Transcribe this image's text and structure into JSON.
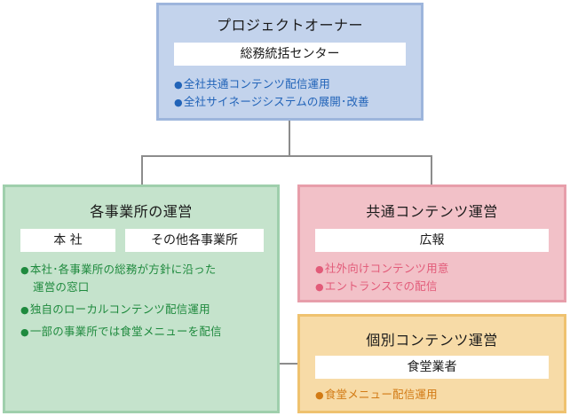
{
  "owner": {
    "title": "プロジェクトオーナー",
    "label": "総務統括センター",
    "bullets": [
      "全社共通コンテンツ配信運用",
      "全社サイネージシステムの展開･改善"
    ]
  },
  "office": {
    "title": "各事業所の運営",
    "labels": [
      "本 社",
      "その他各事業所"
    ],
    "bullets": [
      "本社･各事業所の総務が方針に沿った",
      "運営の窓口",
      "独自のローカルコンテンツ配信運用",
      "一部の事業所では食堂メニューを配信"
    ]
  },
  "common": {
    "title": "共通コンテンツ運営",
    "label": "広報",
    "bullets": [
      "社外向けコンテンツ用意",
      "エントランスでの配信"
    ]
  },
  "individual": {
    "title": "個別コンテンツ運営",
    "label": "食堂業者",
    "bullets": [
      "食堂メニュー配信運用"
    ]
  },
  "colors": {
    "owner_bg": "#c3d3ec",
    "owner_text": "#2163b8",
    "office_bg": "#c5e3cc",
    "office_text": "#1f8a3e",
    "common_bg": "#f2c1c8",
    "common_text": "#e25b79",
    "individual_bg": "#f7dba7",
    "individual_text": "#d27a14"
  }
}
